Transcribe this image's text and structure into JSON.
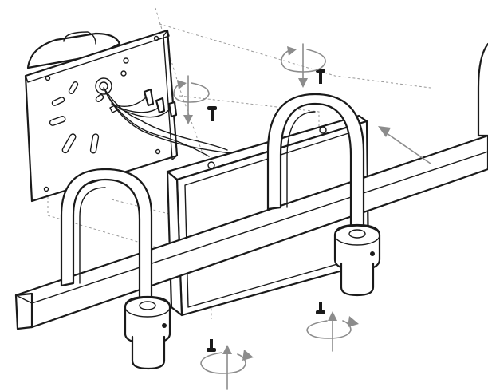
{
  "figure": {
    "parts": {
      "mounting_plate": "mounting-plate",
      "crossbar": "crossbar",
      "backplate": "backplate",
      "arms": [
        "left-arm",
        "right-arm"
      ],
      "sockets": [
        "left-socket",
        "right-socket"
      ],
      "screws": [
        "top-screw-left",
        "top-screw-right",
        "bottom-screw-left",
        "bottom-screw-right"
      ]
    },
    "colors": {
      "line": "#1a1a1a",
      "guide": "#9a9a9a",
      "arrow": "#8c8c8c",
      "fill": "#ffffff"
    },
    "icons": [
      "rotation-arrow-icon",
      "direction-arrow-icon",
      "screw-icon",
      "wire-connector-icon"
    ]
  }
}
